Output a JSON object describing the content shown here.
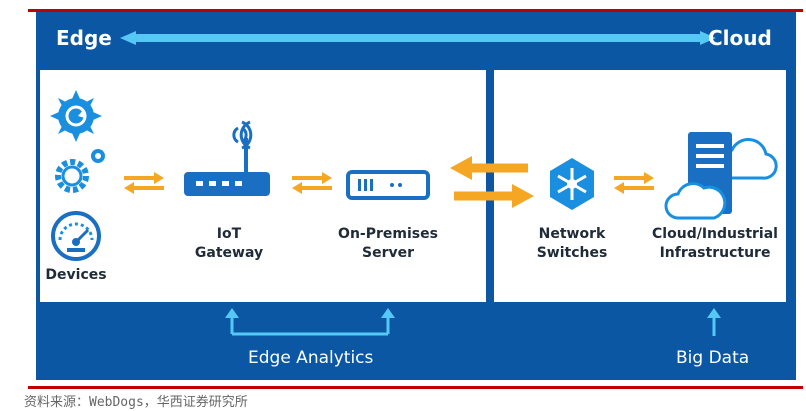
{
  "header": {
    "left_label": "Edge",
    "right_label": "Cloud"
  },
  "nodes": {
    "devices": "Devices",
    "gateway": [
      "IoT",
      "Gateway"
    ],
    "server": [
      "On-Premises",
      "Server"
    ],
    "switches": [
      "Network",
      "Switches"
    ],
    "cloud": [
      "Cloud/Industrial",
      "Infrastructure"
    ]
  },
  "footer_labels": {
    "edge_analytics": "Edge Analytics",
    "big_data": "Big Data"
  },
  "source": "资料来源：WebDogs，华西证券研究所",
  "colors": {
    "panel": "#0b57a4",
    "arrow": "#f5a623",
    "accent": "#1a8fe0",
    "light": "#55c8f5",
    "text": "#1f2b38"
  }
}
